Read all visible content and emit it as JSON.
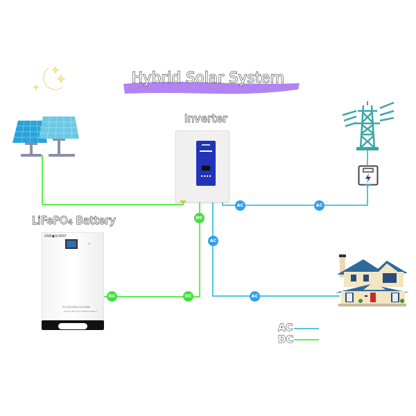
{
  "title": "Hybrid Solar System",
  "labels": {
    "inverter": "Inverter",
    "battery": "LiFePO₄ Battery"
  },
  "battery": {
    "brand": "ANB●SUNNY",
    "spec_line1": "51.2V200Ah/10.24kWh",
    "spec_line2": "Energy Storage LiFePO4 Battery"
  },
  "connections": {
    "inverter_dc_badge": "DC",
    "inverter_ac_out_badge": "AC",
    "inverter_ac_grid_badge": "AC",
    "grid_ac_badge": "AC",
    "battery_dc_badge": "DC",
    "bus_dc_badge": "DC",
    "house_ac_badge": "AC"
  },
  "legend": {
    "ac_label": "AC",
    "dc_label": "DC"
  },
  "colors": {
    "ac_line": "#4ec8e0",
    "dc_line": "#5cf04a",
    "ac_badge": "#2e9ff0",
    "dc_badge": "#3fe03a",
    "title_brush": "#b184f2",
    "pylon": "#3aa6a8"
  },
  "icons": [
    "moon-stars-icon",
    "solar-panel-icon",
    "power-pylon-icon",
    "electric-meter-icon",
    "house-icon"
  ]
}
